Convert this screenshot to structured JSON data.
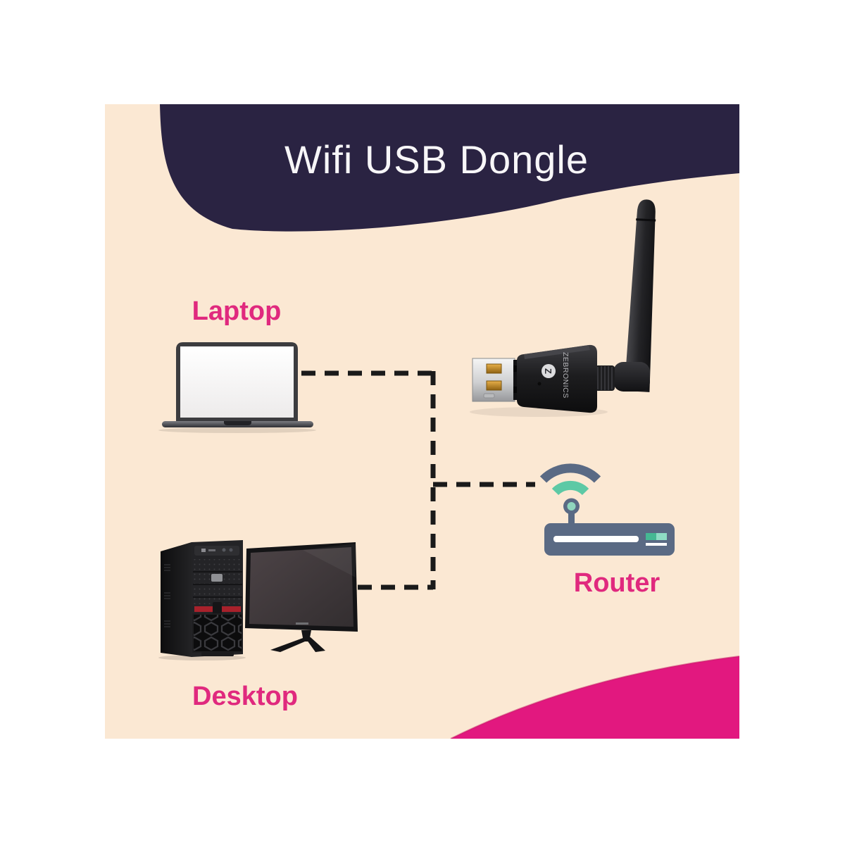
{
  "page": {
    "title": "Wifi USB Dongle"
  },
  "diagram": {
    "nodes": [
      {
        "id": "laptop",
        "label": "Laptop"
      },
      {
        "id": "desktop",
        "label": "Desktop"
      },
      {
        "id": "router",
        "label": "Router"
      }
    ],
    "connections": [
      {
        "from": "laptop",
        "to": "router",
        "style": "dashed"
      },
      {
        "from": "desktop",
        "to": "router",
        "style": "dashed"
      }
    ]
  },
  "dongle": {
    "brand": "ZEBRONICS",
    "logo_letter": "Z"
  },
  "colors": {
    "background": "#ffffff",
    "panel_peach": "#fbe8d3",
    "header_navy": "#2a2342",
    "accent_pink_shape": "#e2187f",
    "accent_pink_text": "#e0297e",
    "title_text": "#f7f6f8",
    "router_slate": "#5a6a84",
    "router_teal": "#5dc9a5",
    "dashed_line": "#1a1a1a",
    "usb_gold": "#d79a2b"
  }
}
